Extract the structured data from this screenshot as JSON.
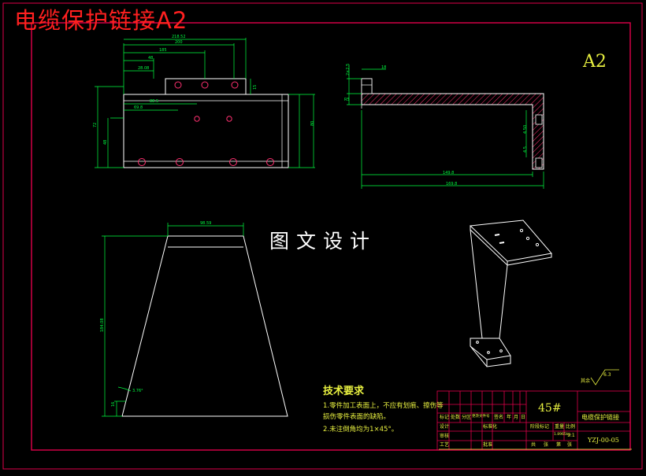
{
  "overlay_title": "电缆保护链接A2",
  "paper_size": "A2",
  "watermark": "图文设计",
  "colors": {
    "background": "#000000",
    "border": "#e0004a",
    "line": "#ffffff",
    "dimension": "#00ff40",
    "text": "#e8f040",
    "overlay": "#ff2020",
    "hatch": "#ff3070"
  },
  "top_view": {
    "dims": [
      "218.52",
      "200",
      "185",
      "48",
      "28.08",
      "15",
      "88.5",
      "69.8",
      "72",
      "48",
      "80"
    ]
  },
  "side_view": {
    "dims": [
      "2×2.5",
      "18",
      "149.8",
      "169.8",
      "R5",
      "4.50",
      "4.5"
    ]
  },
  "front_view": {
    "dims": [
      "98.59",
      "184.08",
      "16",
      "3.76°"
    ]
  },
  "surface_finish": {
    "label": "其余",
    "value": "6.3"
  },
  "tech_requirements": {
    "title": "技术要求",
    "lines": [
      "1.零件加工表面上，不应有划痕、擦伤等",
      "损伤零件表面的缺陷。",
      "2.未注倒角均为1×45°。"
    ]
  },
  "title_block": {
    "material": "45#",
    "part_name": "电缆保护链接",
    "drawing_no": "YZJ-00-05",
    "scale": "1:1",
    "header_cells": [
      "标记",
      "处数",
      "分区",
      "更改文件号",
      "签名",
      "年",
      "月",
      "日"
    ],
    "row_labels": [
      "设计",
      "标准化",
      "审核",
      "工艺",
      "批准"
    ],
    "stage_label": "阶段标记",
    "weight_label": "重量",
    "scale_label": "比例",
    "sheet_labels": [
      "共",
      "张",
      "第",
      "张"
    ],
    "weight_value": "1.8965kg"
  }
}
